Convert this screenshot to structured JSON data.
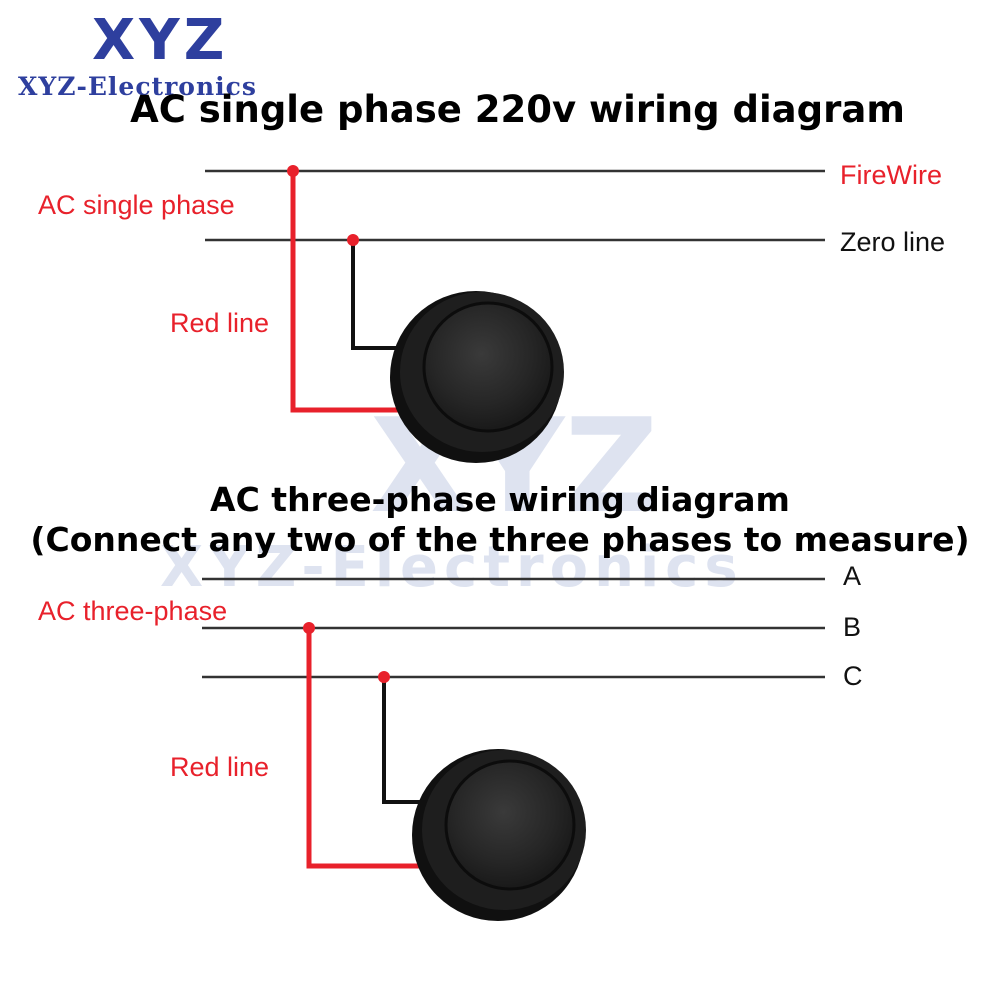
{
  "watermark": {
    "logo_big": "XYZ",
    "logo_small": "XYZ-Electronics"
  },
  "single_phase": {
    "title": "AC single phase 220v wiring diagram",
    "group_label": "AC single phase",
    "wire_label": "Red line",
    "lines": [
      {
        "name": "FireWire",
        "color": "#e8212b"
      },
      {
        "name": "Zero line",
        "color": "#111111"
      }
    ]
  },
  "three_phase": {
    "title": "AC three-phase wiring diagram",
    "subtitle": "(Connect any two of the three phases to measure)",
    "group_label": "AC three-phase",
    "wire_label": "Red line",
    "lines": [
      {
        "name": "A",
        "color": "#111111"
      },
      {
        "name": "B",
        "color": "#111111"
      },
      {
        "name": "C",
        "color": "#111111"
      }
    ]
  },
  "colors": {
    "red_wire": "#e8212b",
    "black_wire": "#111111",
    "bus_line": "#333333",
    "logo": "#2e3f9e"
  }
}
